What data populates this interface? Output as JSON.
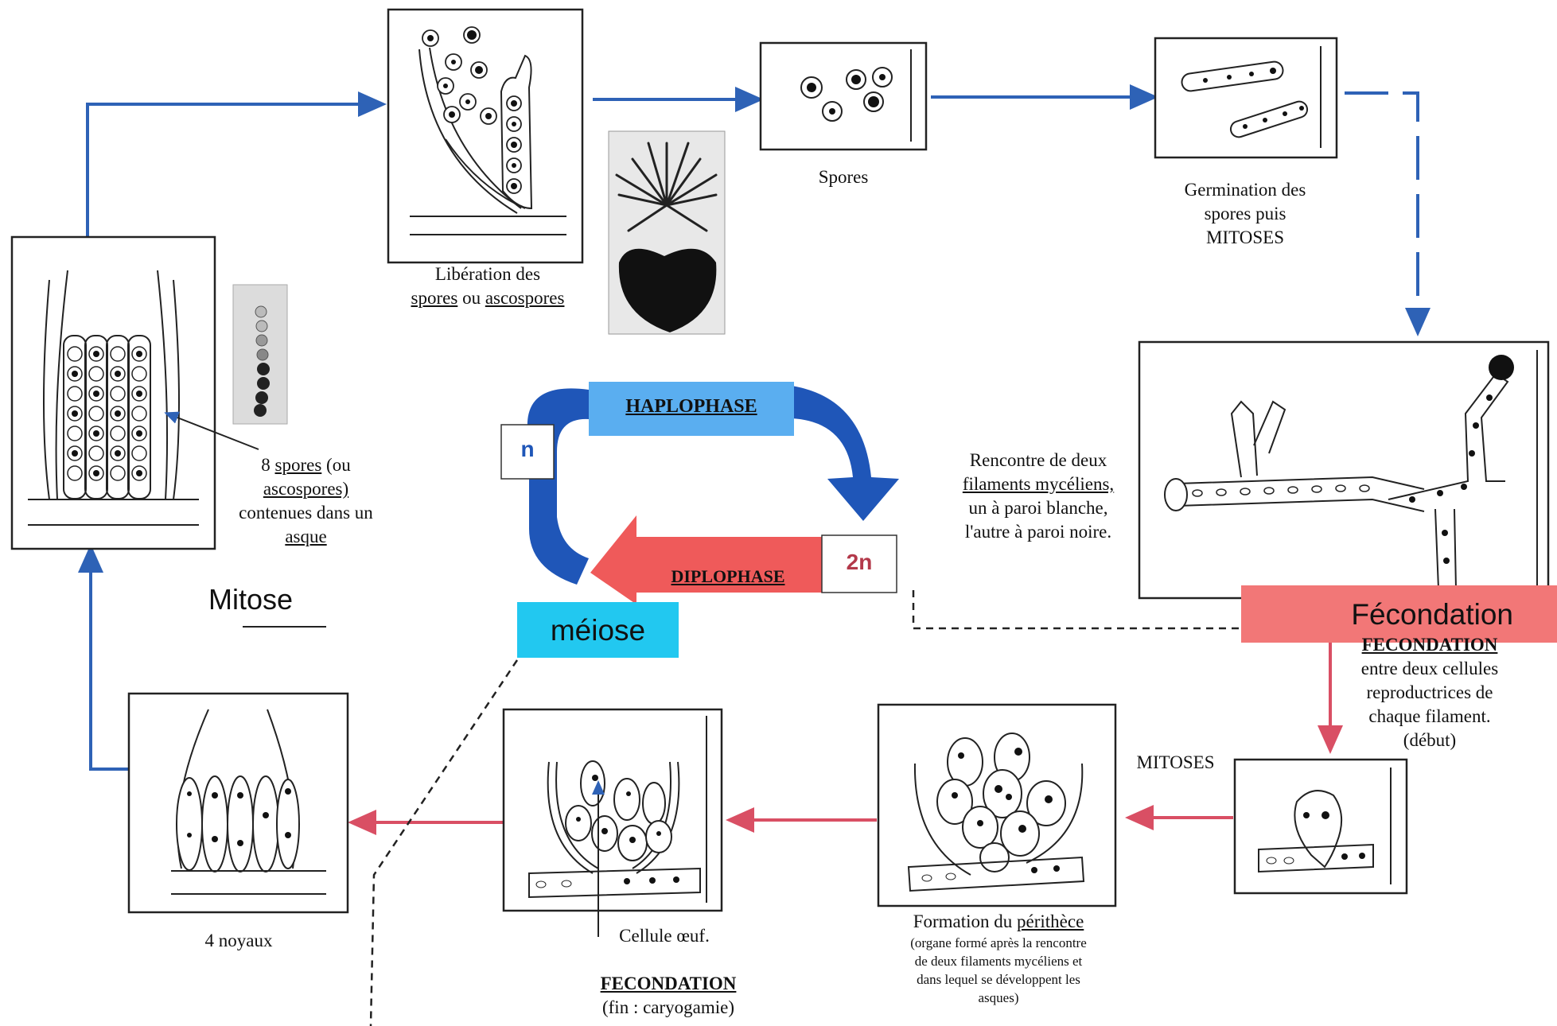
{
  "colors": {
    "blue_arrow": "#2e62b6",
    "red_arrow": "#d94f64",
    "cycle_blue": "#1f56b8",
    "cycle_red": "#ef5a5a",
    "haplo_fill": "#5aaef0",
    "meiose_fill": "#22c8f0",
    "fecondation_fill": "#f27777",
    "two_n_text": "#b3394a",
    "n_text": "#1f56b8"
  },
  "labels": {
    "liberation": [
      "Libération des",
      "spores",
      "ou",
      "ascospores"
    ],
    "spores": "Spores",
    "germination": [
      "Germination des",
      "spores puis",
      "MITOSES"
    ],
    "asque": [
      "8",
      "spores",
      "(ou",
      "ascospores)",
      "contenues dans un",
      "asque"
    ],
    "mitose": "Mitose",
    "haplophase": "HAPLOPHASE",
    "diplophase": "DIPLOPHASE",
    "n": "n",
    "two_n": "2n",
    "meiose": "méiose",
    "rencontre": [
      "Rencontre de deux",
      "filaments mycéliens,",
      "un à paroi blanche,",
      "l'autre à paroi noire."
    ],
    "fecondation_banner": "Fécondation",
    "fecondation_debut": [
      "FECONDATION",
      "entre deux cellules",
      "reproductrices de",
      "chaque filament.",
      "(début)"
    ],
    "mitoses_bottom": "MITOSES",
    "perithece": [
      "Formation du",
      "périthèce",
      "(organe formé après la rencontre",
      "de deux filaments mycéliens et",
      "dans lequel se développent les",
      "asques)"
    ],
    "cellule_oeuf": "Cellule œuf.",
    "fecondation_fin": [
      "FECONDATION",
      "(fin : caryogamie)"
    ],
    "quatre_noyaux": "4 noyaux"
  }
}
